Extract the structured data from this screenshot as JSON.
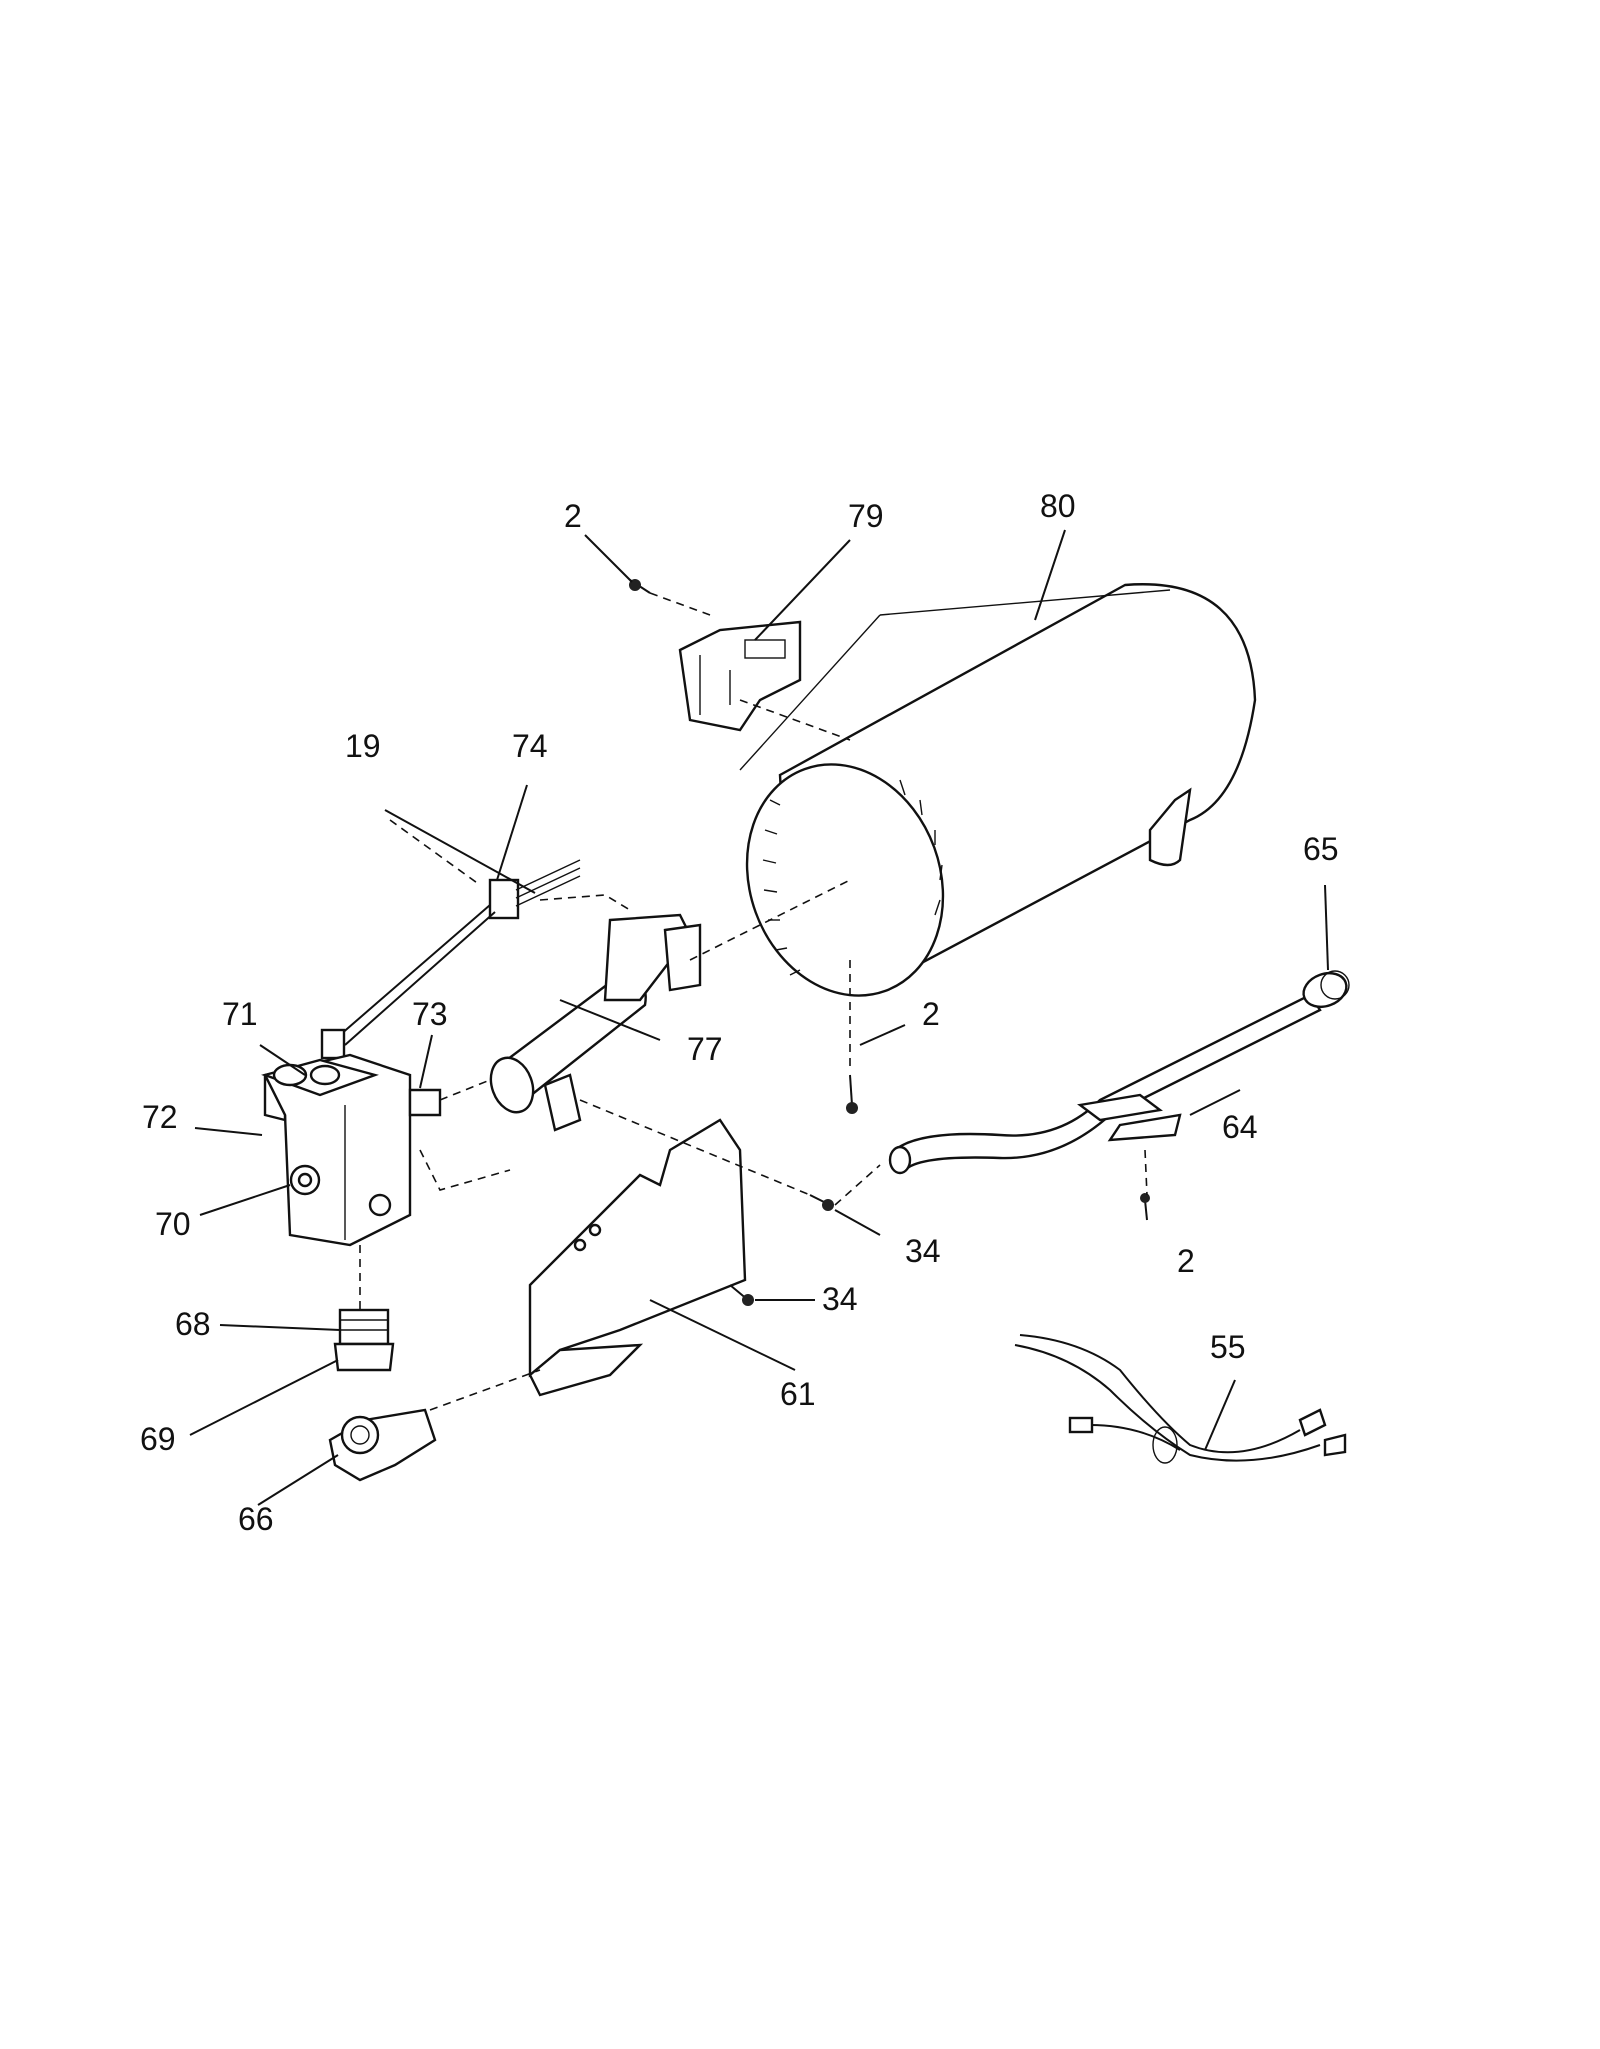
{
  "diagram": {
    "callouts": {
      "c2a": "2",
      "c79": "79",
      "c80": "80",
      "c19": "19",
      "c74": "74",
      "c65": "65",
      "c71": "71",
      "c73": "73",
      "c2b": "2",
      "c77": "77",
      "c72": "72",
      "c64": "64",
      "c70": "70",
      "c34a": "34",
      "c2c": "2",
      "c34b": "34",
      "c68": "68",
      "c55": "55",
      "c61": "61",
      "c69": "69",
      "c66": "66"
    }
  }
}
